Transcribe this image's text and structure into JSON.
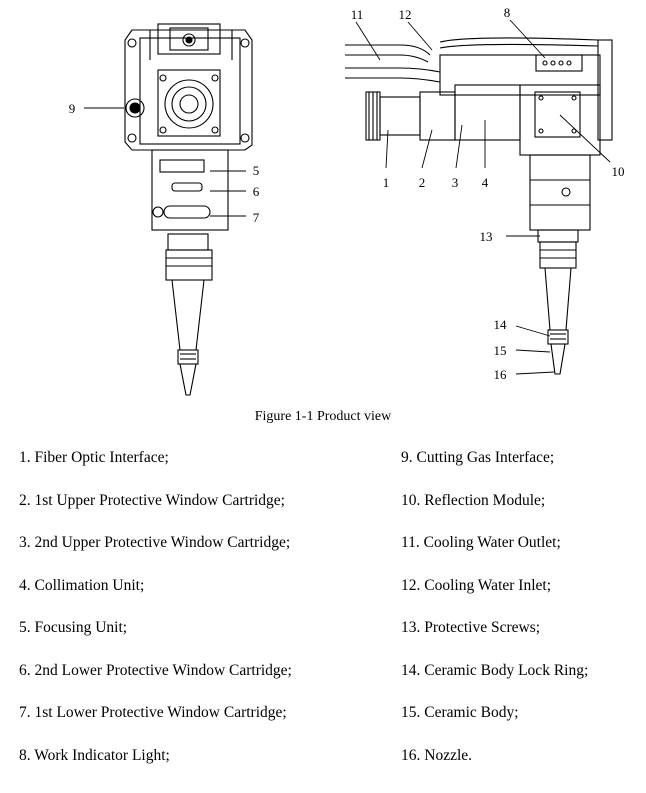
{
  "figure": {
    "caption": "Figure 1-1  Product view",
    "callouts": [
      "1",
      "2",
      "3",
      "4",
      "5",
      "6",
      "7",
      "8",
      "9",
      "10",
      "11",
      "12",
      "13",
      "14",
      "15",
      "16"
    ]
  },
  "parts": {
    "left": [
      "1. Fiber Optic Interface;",
      "2. 1st Upper Protective Window Cartridge;",
      "3. 2nd Upper Protective Window Cartridge;",
      "4. Collimation Unit;",
      "5. Focusing Unit;",
      "6. 2nd Lower Protective Window Cartridge;",
      "7. 1st Lower Protective Window Cartridge;",
      "8. Work Indicator Light;"
    ],
    "right": [
      "9. Cutting Gas Interface;",
      "10. Reflection Module;",
      "11. Cooling Water Outlet;",
      "12. Cooling Water Inlet;",
      "13. Protective Screws;",
      "14. Ceramic Body Lock Ring;",
      "15. Ceramic Body;",
      "16. Nozzle."
    ]
  }
}
